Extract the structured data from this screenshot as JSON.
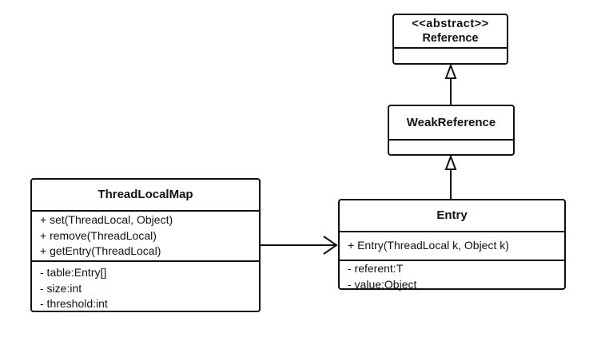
{
  "classes": {
    "reference": {
      "stereotype": "<<abstract>>",
      "name": "Reference"
    },
    "weak_reference": {
      "name": "WeakReference"
    },
    "thread_local_map": {
      "name": "ThreadLocalMap",
      "methods": [
        "+ set(ThreadLocal, Object)",
        "+ remove(ThreadLocal)",
        "+ getEntry(ThreadLocal)"
      ],
      "fields": [
        "- table:Entry[]",
        "- size:int",
        "- threshold:int"
      ]
    },
    "entry": {
      "name": "Entry",
      "methods": [
        "+ Entry(ThreadLocal k, Object k)"
      ],
      "fields": [
        "- referent:T",
        "- value:Object"
      ]
    }
  },
  "relationships": [
    {
      "type": "inheritance",
      "from": "WeakReference",
      "to": "Reference"
    },
    {
      "type": "inheritance",
      "from": "Entry",
      "to": "WeakReference"
    },
    {
      "type": "association",
      "from": "ThreadLocalMap",
      "to": "Entry"
    }
  ]
}
